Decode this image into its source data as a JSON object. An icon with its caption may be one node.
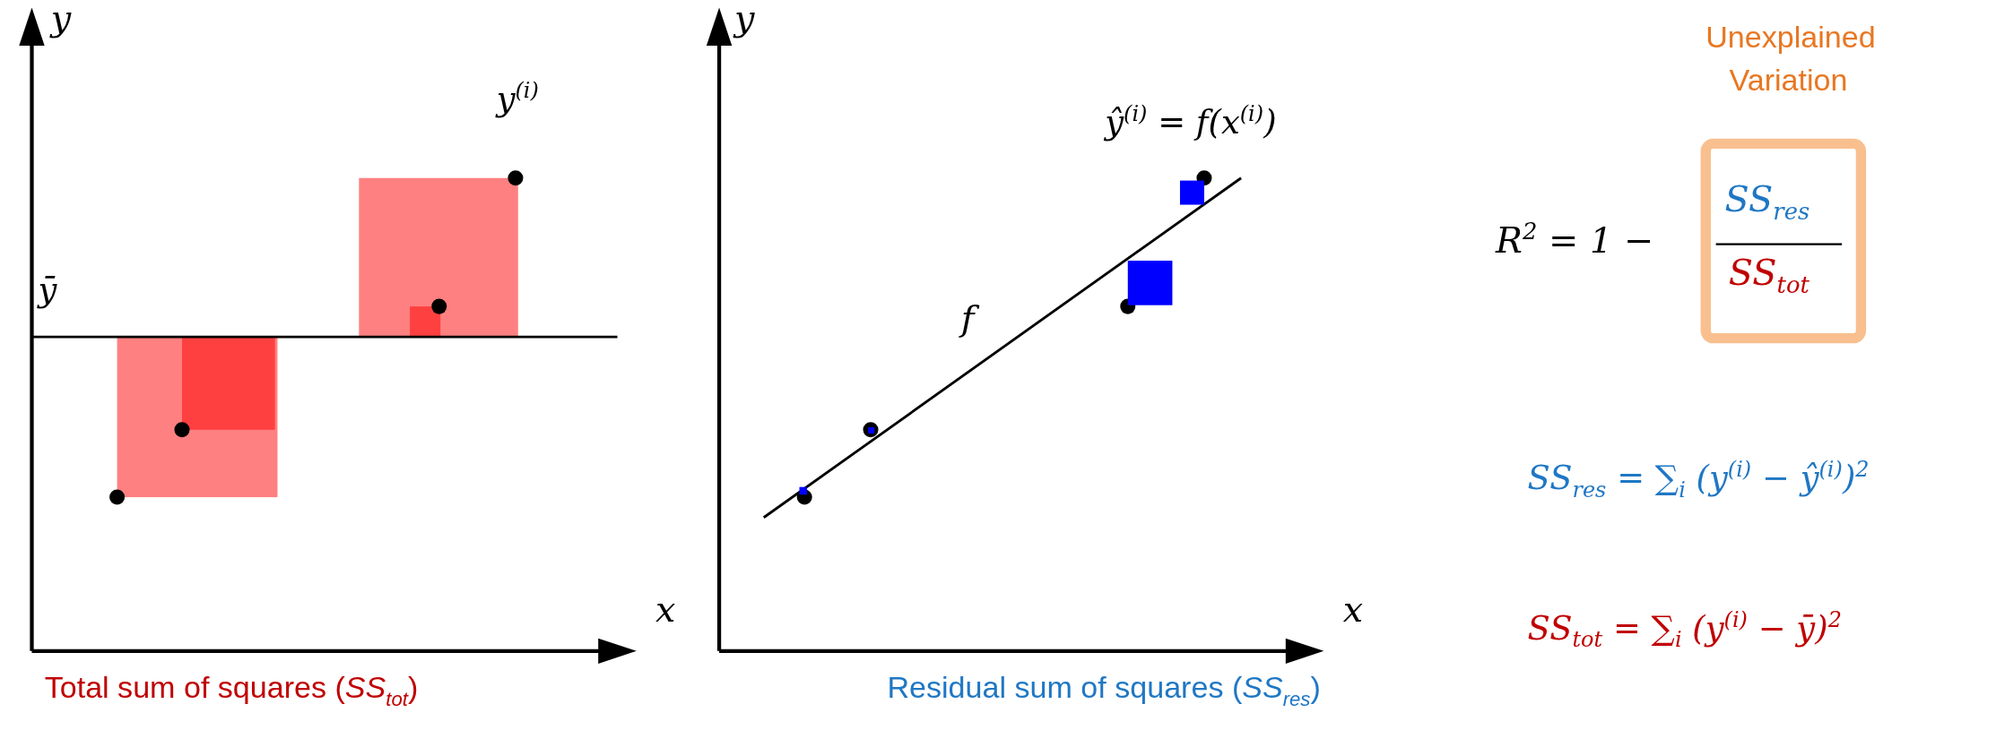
{
  "diagram": {
    "labels": [
      "y",
      "ȳ",
      "y$^{(i)}$",
      "x",
      "Total sum of squares (*SS*$_{tot}$)",
      "y",
      "ŷ$^{(i)}$ = f(x$^{(i)}$)",
      "f",
      "x",
      "Residual sum of squares (*SS*$_{res}$)",
      "Unexplained Variation",
      "R$^{2}$ = 1 −",
      "SS$_{res}$",
      "SS$_{tot}$",
      "SS$_{res}$ = ∑$_{i}$ (y$^{(i)}$ − ŷ$^{(i)}$)$^{2}$",
      "SS$_{tot}$ = ∑$_{i}$ (y$^{(i)}$ − ȳ)$^{2}$"
    ]
  }
}
